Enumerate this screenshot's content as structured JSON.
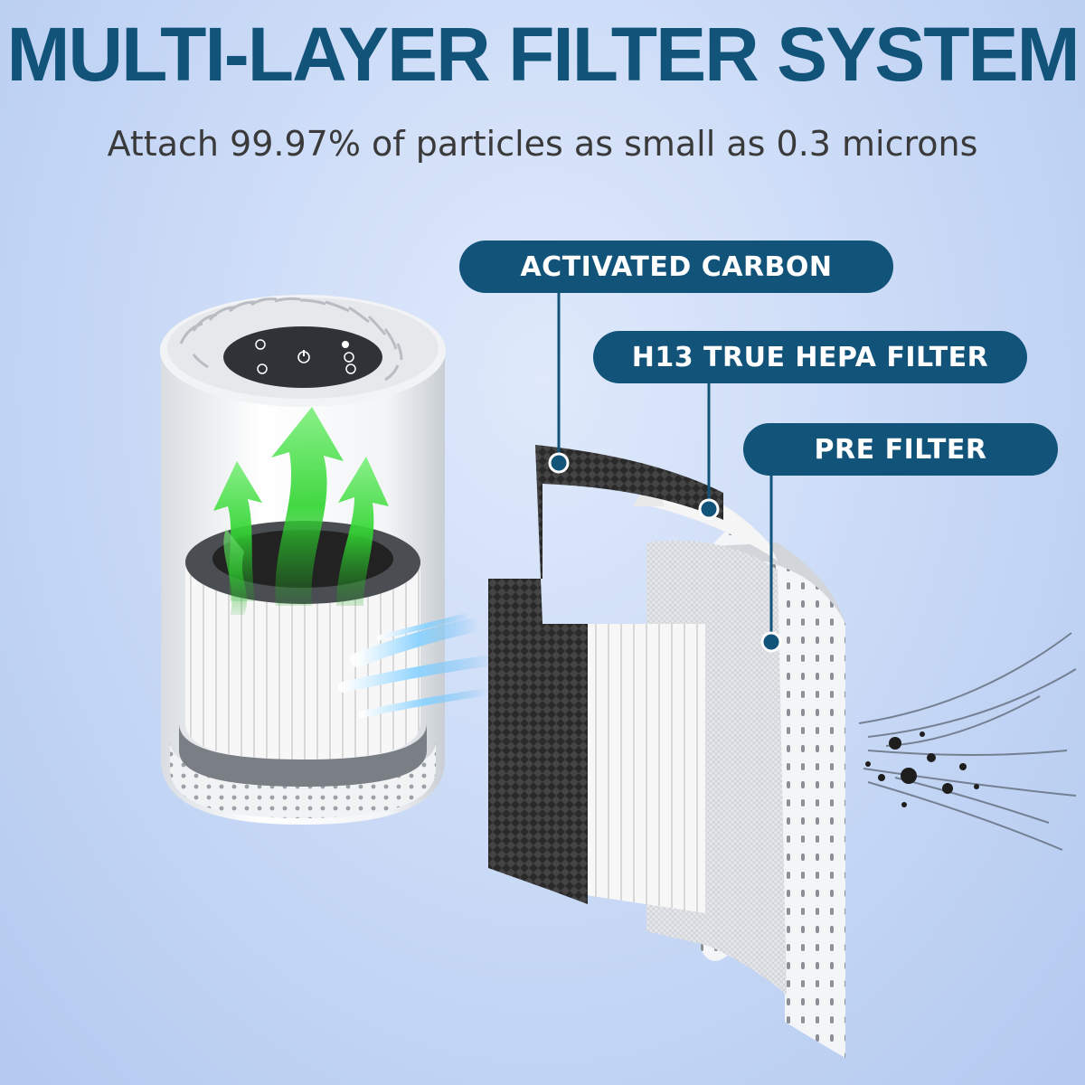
{
  "header": {
    "title": "MULTI-LAYER FILTER SYSTEM",
    "subtitle": "Attach 99.97% of particles as small as 0.3 microns"
  },
  "callouts": {
    "carbon": "ACTIVATED CARBON",
    "hepa": "H13 TRUE HEPA FILTER",
    "pre": "PRE FILTER"
  },
  "colors": {
    "brand": "#12537a",
    "background": "#c7d8f6",
    "airflow_green": "#33d633",
    "airflow_blue": "#5fb8f0",
    "dust": "#222222"
  },
  "icons": [
    "fan-icon",
    "power-icon",
    "timer-icon",
    "sleep-icon",
    "filter-reset-icon",
    "lock-icon"
  ]
}
